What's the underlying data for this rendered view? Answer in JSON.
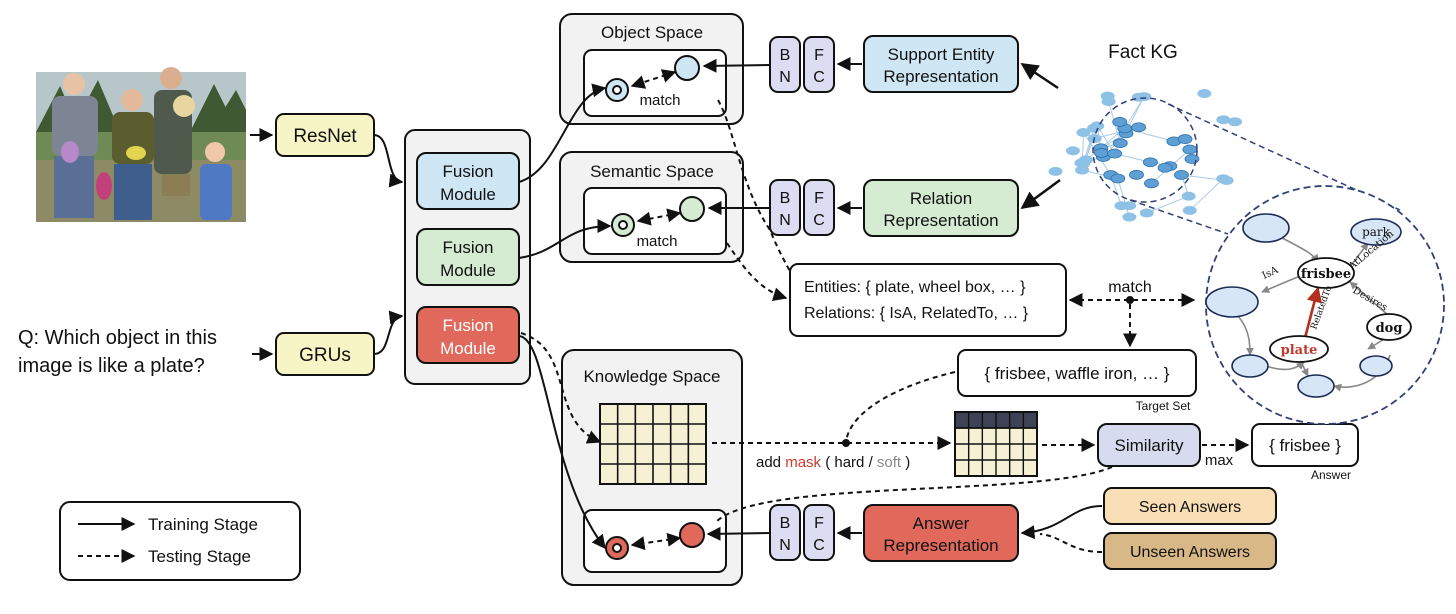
{
  "input": {
    "question_line1": "Q: Which object in this",
    "question_line2": "image is like a plate?"
  },
  "encoders": {
    "image": "ResNet",
    "text": "GRUs"
  },
  "fusion": {
    "line1": "Fusion",
    "line2": "Module"
  },
  "spaces": {
    "object": "Object Space",
    "semantic": "Semantic Space",
    "knowledge": "Knowledge Space",
    "match": "match"
  },
  "bnfc": {
    "b": "B",
    "n": "N",
    "f": "F",
    "c": "C"
  },
  "representations": {
    "support_line1": "Support Entity",
    "support_line2": "Representation",
    "relation_line1": "Relation",
    "relation_line2": "Representation",
    "answer_line1": "Answer",
    "answer_line2": "Representation"
  },
  "fact_kg": {
    "title": "Fact KG",
    "nodes": [
      "frisbee",
      "plate",
      "park",
      "dog"
    ],
    "edges": [
      "IsA",
      "AtLocation",
      "RelatedTo",
      "Desires"
    ]
  },
  "entities_box": {
    "entities": "Entities: { plate, wheel box, … }",
    "relations": "Relations: { IsA, RelatedTo, … }"
  },
  "match_label": "match",
  "target_set": {
    "content": "{ frisbee, waffle iron, … }",
    "caption": "Target Set"
  },
  "mask_label": {
    "prefix": "add ",
    "mask": "mask",
    "open": " ( hard / ",
    "soft": "soft",
    "close": " )"
  },
  "similarity": "Similarity",
  "max_label": "max",
  "answer": {
    "content": "{ frisbee }",
    "caption": "Answer"
  },
  "answer_pools": {
    "seen": "Seen Answers",
    "unseen": "Unseen Answers"
  },
  "legend": {
    "training": "Training Stage",
    "testing": "Testing Stage"
  },
  "colors": {
    "blue": "#cfe6f5",
    "green": "#d5ecd3",
    "red": "#e0695c",
    "yellow": "#f7f4c6",
    "bnfc": "#dcdcf2",
    "similarity": "#d6dbf0",
    "seen": "#f8dfb6",
    "unseen": "#d9b887",
    "kg_node": "#8ec1e6",
    "kg_ring": "#2f3f78",
    "relation_red": "#b33020",
    "grid_dark": "#3e4257",
    "grid_cell": "#f6f1d4"
  }
}
